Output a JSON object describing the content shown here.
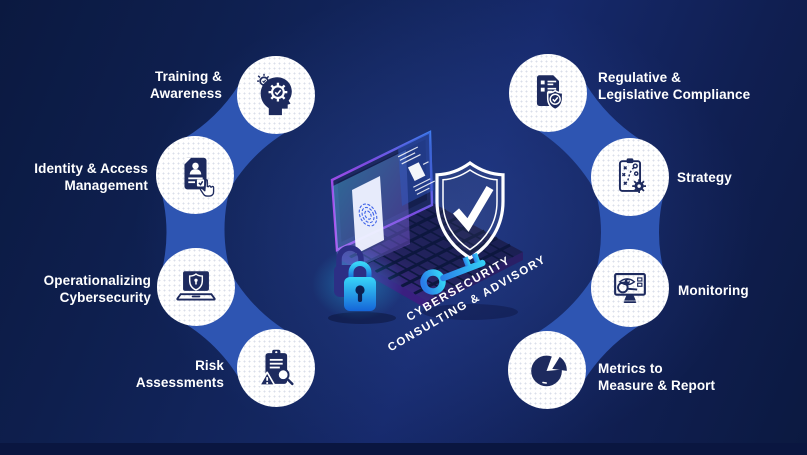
{
  "page": {
    "type": "cybersecurity-consulting-infographic"
  },
  "colors": {
    "background_navy": "#0e1f4e",
    "connector_blue": "#2e55b2",
    "icon_ink": "#1d2a5e",
    "accent_cyan": "#29c5f6",
    "accent_purple": "#8a4be0",
    "text_white": "#ffffff"
  },
  "center": {
    "title_line1": "CYBERSECURITY",
    "title_line2": "CONSULTING & ADVISORY",
    "illustration": "laptop-security-illustration"
  },
  "left_items": [
    {
      "line1": "Training &",
      "line2": "Awareness",
      "icon": "training-awareness-icon"
    },
    {
      "line1": "Identity & Access",
      "line2": "Management",
      "icon": "identity-access-management-icon"
    },
    {
      "line1": "Operationalizing",
      "line2": "Cybersecurity",
      "icon": "operationalizing-cybersecurity-icon"
    },
    {
      "line1": "Risk",
      "line2": "Assessments",
      "icon": "risk-assessments-icon"
    }
  ],
  "right_items": [
    {
      "line1": "Regulative &",
      "line2": "Legislative Compliance",
      "icon": "regulative-legislative-compliance-icon"
    },
    {
      "line1": "Strategy",
      "line2": "",
      "icon": "strategy-icon"
    },
    {
      "line1": "Monitoring",
      "line2": "",
      "icon": "monitoring-icon"
    },
    {
      "line1": "Metrics to",
      "line2": "Measure & Report",
      "icon": "metrics-measure-report-icon"
    }
  ]
}
